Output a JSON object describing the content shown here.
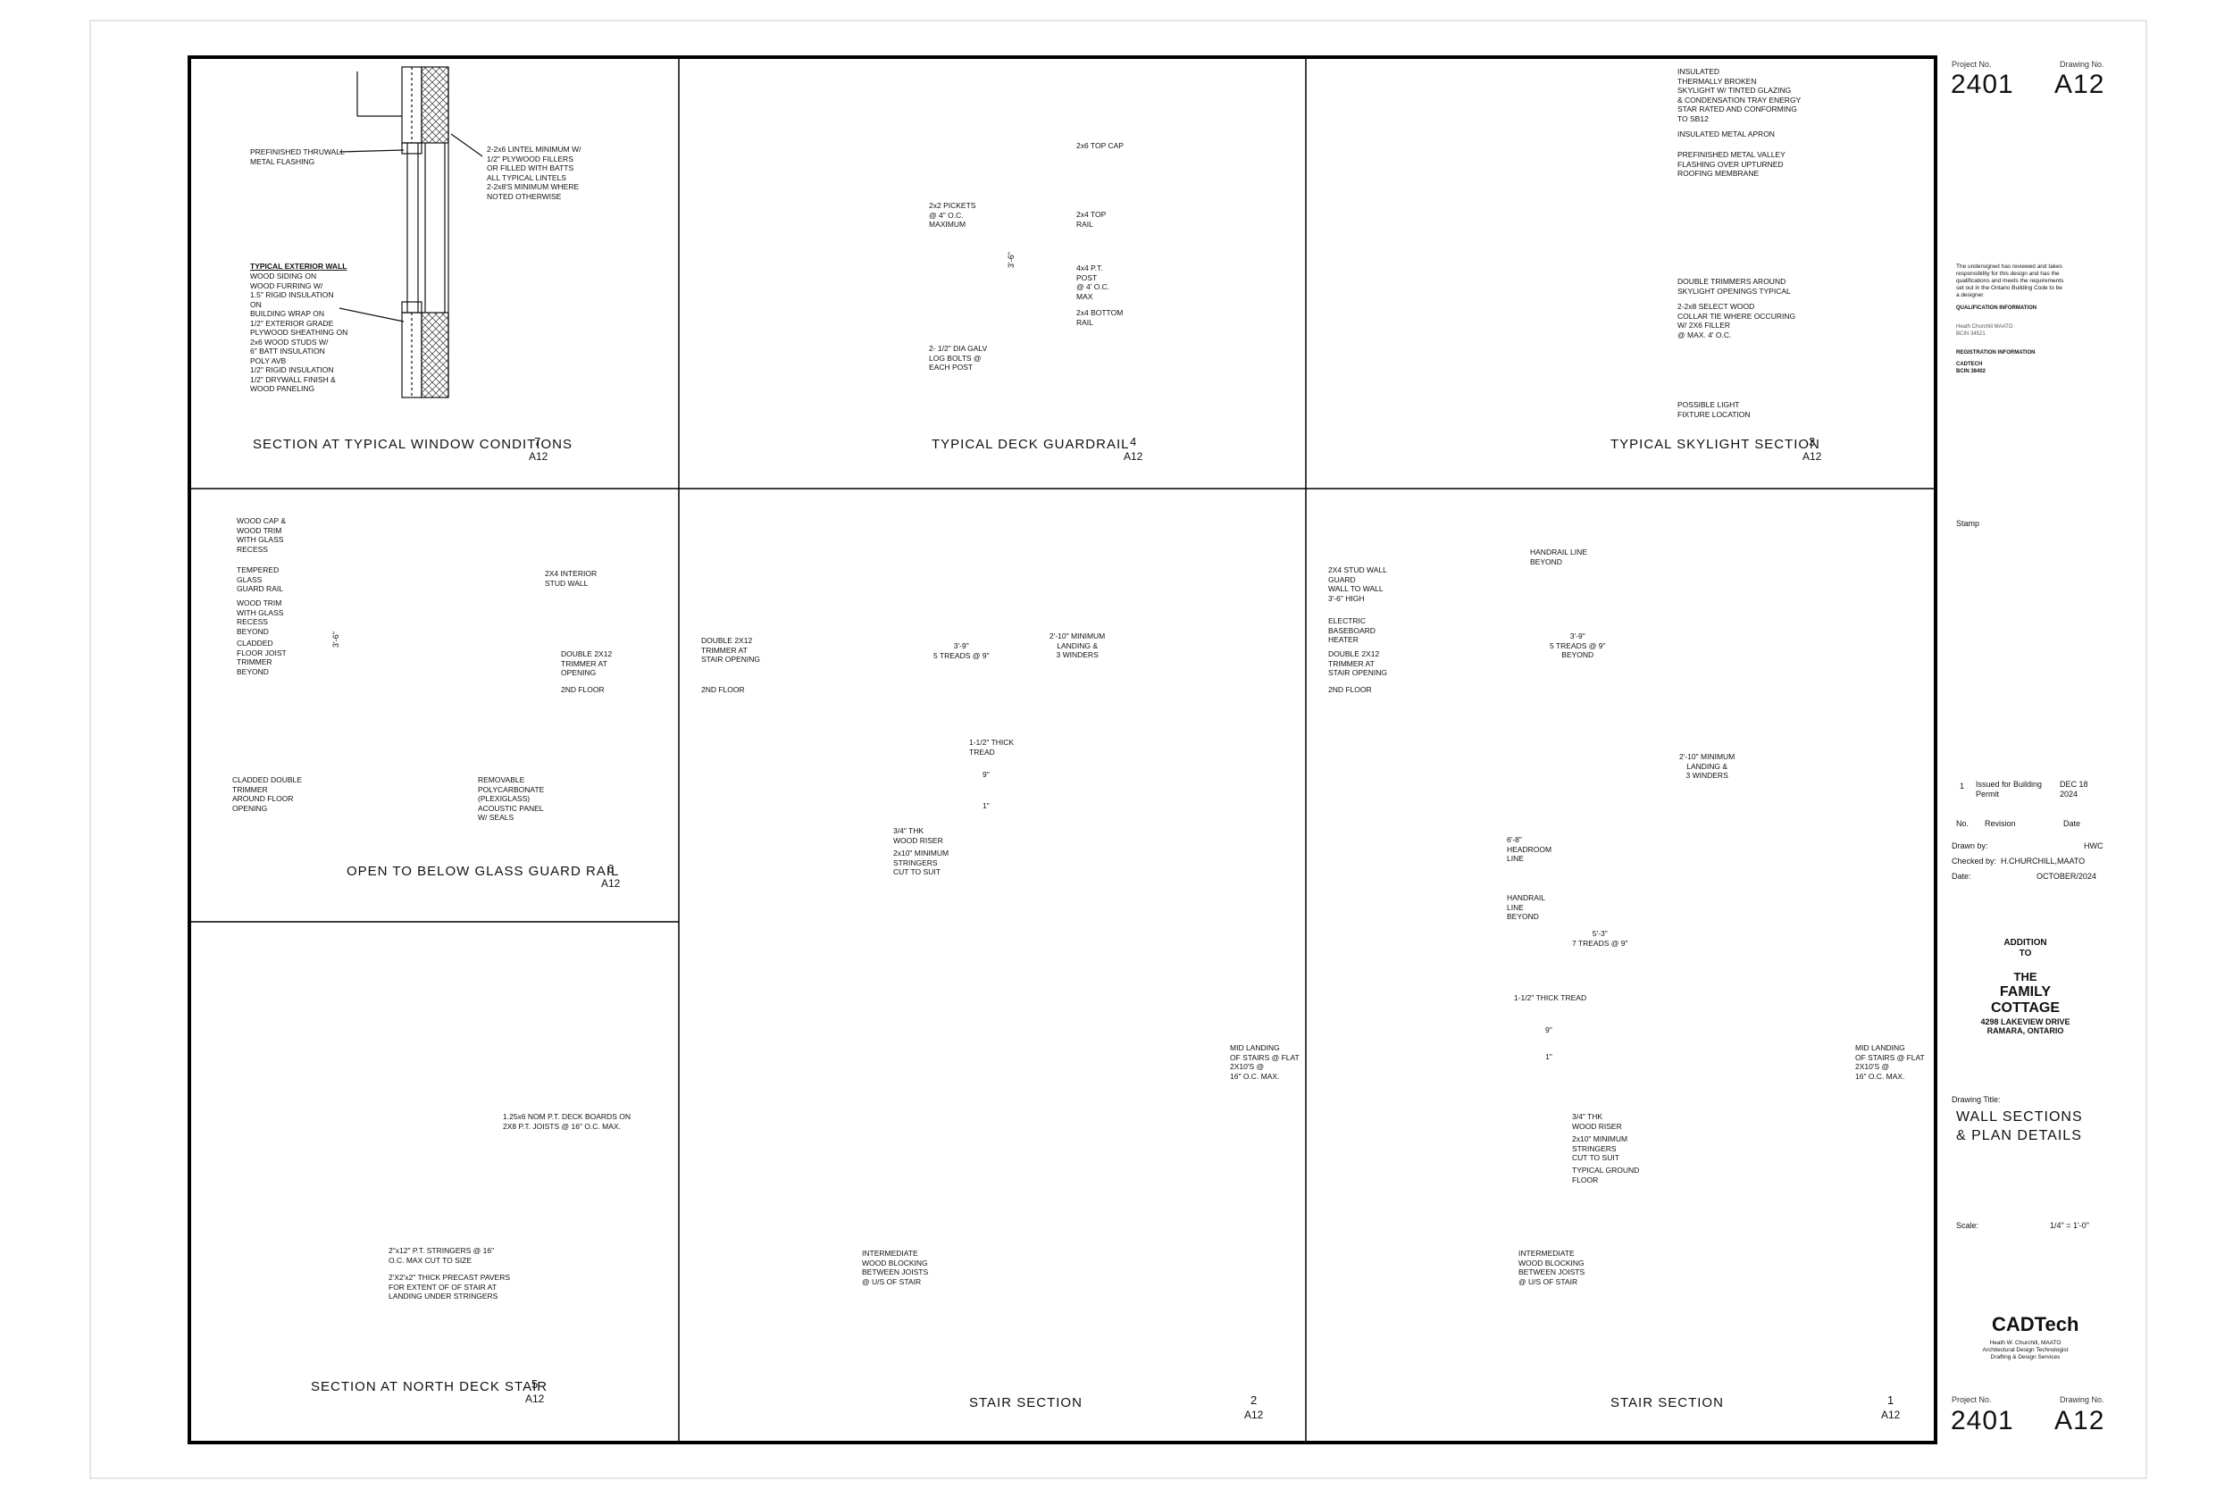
{
  "sheet": {
    "project_no_label": "Project No.",
    "drawing_no_label": "Drawing No.",
    "project_no": "2401",
    "drawing_no": "A12",
    "issue": {
      "num": "1",
      "desc": "Issued for Building Permit",
      "date": "DEC 18 2024"
    },
    "revision_headers": {
      "no": "No.",
      "revision": "Revision",
      "date": "Date"
    },
    "drawn_by_label": "Drawn by:",
    "drawn_by": "HWC",
    "checked_by_label": "Checked by:",
    "checked_by": "H.CHURCHILL,MAATO",
    "date_label": "Date:",
    "date": "OCTOBER/2024",
    "project_title": {
      "l1": "ADDITION",
      "l2": "TO",
      "l3": "THE",
      "l4": "FAMILY",
      "l5": "COTTAGE",
      "l6": "4298 LAKEVIEW DRIVE",
      "l7": "RAMARA, ONTARIO"
    },
    "drawing_title_label": "Drawing Title:",
    "drawing_title_l1": "WALL SECTIONS",
    "drawing_title_l2": "& PLAN DETAILS",
    "scale_label": "Scale:",
    "scale": "1/4\" = 1'-0\"",
    "stamp_label": "Stamp",
    "declaration": "The undersigned has reviewed and takes\nresponsibility for this design and has the\nqualifications and meets the requirements\nset out in the Ontario Building Code to be\na designer.",
    "qualification_label": "QUALIFICATION INFORMATION",
    "qualification": "Heath Churchill MAATO\nBCIN 34521",
    "registration_label": "REGISTRATION INFORMATION",
    "registration": "CADTECH\nBCIN 38402",
    "firm": "CADTech",
    "firm_sub": "Heath W. Churchill, MAATO\nArchitectural Design Technologist\nDrafting & Design Services"
  },
  "details": [
    {
      "title": "SECTION AT TYPICAL WINDOW CONDITIONS",
      "num": "7",
      "sheet": "A12"
    },
    {
      "title": "TYPICAL DECK GUARDRAIL",
      "num": "4",
      "sheet": "A12"
    },
    {
      "title": "TYPICAL SKYLIGHT SECTION",
      "num": "3",
      "sheet": "A12"
    },
    {
      "title": "OPEN TO BELOW GLASS GUARD RAIL",
      "num": "6",
      "sheet": "A12"
    },
    {
      "title": "SECTION AT NORTH DECK STAIR",
      "num": "5",
      "sheet": "A12"
    },
    {
      "title": "STAIR SECTION",
      "num": "2",
      "sheet": "A12"
    },
    {
      "title": "STAIR SECTION",
      "num": "1",
      "sheet": "A12"
    }
  ],
  "notes": {
    "d7_flash": "PREFINISHED THRUWALL\nMETAL FLASHING",
    "d7_lintel": "2-2x6 LINTEL MINIMUM W/\n1/2\" PLYWOOD FILLERS\nOR FILLED WITH BATTS\nALL TYPICAL LINTELS\n2-2x8'S MINIMUM WHERE\nNOTED OTHERWISE",
    "d7_wall_head": "TYPICAL EXTERIOR WALL",
    "d7_wall": "WOOD SIDING ON\nWOOD FURRING W/\n1.5\" RIGID INSULATION\nON\nBUILDING WRAP ON\n1/2\" EXTERIOR GRADE\nPLYWOOD SHEATHING ON\n2x6 WOOD STUDS W/\n6\" BATT INSULATION\nPOLY AVB\n1/2\" RIGID INSULATION\n1/2\" DRYWALL FINISH &\nWOOD PANELING",
    "d4_cap": "2x6 TOP CAP",
    "d4_pickets": "2x2 PICKETS\n@ 4\" O.C.\nMAXIMUM",
    "d4_toprail": "2x4 TOP\nRAIL",
    "d4_post": "4x4 P.T.\nPOST\n@ 4' O.C.\nMAX",
    "d4_botrail": "2x4 BOTTOM\nRAIL",
    "d4_bolts": "2- 1/2\" DIA GALV\nLOG BOLTS @\nEACH POST",
    "d4_dim": "3'-6\"",
    "d3_sky": "INSULATED\nTHERMALLY BROKEN\nSKYLIGHT W/ TINTED GLAZING\n& CONDENSATION TRAY ENERGY\nSTAR RATED AND CONFORMING\nTO SB12",
    "d3_apron": "INSULATED METAL APRON",
    "d3_valley": "PREFINISHED METAL VALLEY\nFLASHING OVER UPTURNED\nROOFING MEMBRANE",
    "d3_trim": "DOUBLE TRIMMERS AROUND\nSKYLIGHT OPENINGS TYPICAL",
    "d3_collar": "2-2x8 SELECT WOOD\nCOLLAR TIE WHERE OCCURING\nW/ 2X6 FILLER\n@ MAX. 4' O.C.",
    "d3_light": "POSSIBLE LIGHT\nFIXTURE LOCATION",
    "d6_cap": "WOOD CAP &\nWOOD TRIM\nWITH GLASS\nRECESS",
    "d6_glass": "TEMPERED\nGLASS\nGUARD RAIL",
    "d6_trim": "WOOD TRIM\nWITH GLASS\nRECESS\nBEYOND",
    "d6_joist": "CLADDED\nFLOOR JOIST\nTRIMMER\nBEYOND",
    "d6_stud": "2X4 INTERIOR\nSTUD WALL",
    "d6_dbl": "DOUBLE 2X12\nTRIMMER AT\nOPENING",
    "d6_floor": "2ND FLOOR",
    "d6_clad": "CLADDED DOUBLE\nTRIMMER\nAROUND FLOOR\nOPENING",
    "d6_panel": "REMOVABLE\nPOLYCARBONATE\n(PLEXIGLASS)\nACOUSTIC PANEL\nW/ SEALS",
    "d6_dim": "3'-6\"",
    "d5_deck": "1.25x6 NOM P.T. DECK BOARDS ON\n2X8 P.T. JOISTS @ 16\" O.C. MAX.",
    "d5_str": "2\"x12\" P.T. STRINGERS @ 16\"\nO.C. MAX CUT TO SIZE",
    "d5_pav": "2'X2'x2\" THICK PRECAST PAVERS\nFOR EXTENT OF OF STAIR AT\nLANDING UNDER STRINGERS",
    "d2_dbl": "DOUBLE 2X12\nTRIMMER AT\nSTAIR OPENING",
    "d2_floor": "2ND FLOOR",
    "d2_treads": "3'-9\"\n5 TREADS @ 9\"",
    "d2_landing": "2'-10\" MINIMUM\nLANDING &\n3 WINDERS",
    "d2_tread": "1-1/2\" THICK\nTREAD",
    "d2_riser": "3/4\" THK\nWOOD RISER",
    "d2_stringer": "2x10\" MINIMUM\nSTRINGERS\nCUT TO SUIT",
    "d2_mid": "MID LANDING\nOF STAIRS @ FLAT\n2X10'S @\n16\" O.C. MAX.",
    "d2_block": "INTERMEDIATE\nWOOD BLOCKING\nBETWEEN JOISTS\n@ U/S OF STAIR",
    "d2_9": "9\"",
    "d2_1": "1\"",
    "d1_guard": "2X4 STUD WALL\nGUARD\nWALL TO WALL\n3'-6\" HIGH",
    "d1_heater": "ELECTRIC\nBASEBOARD\nHEATER",
    "d1_dbl": "DOUBLE 2X12\nTRIMMER AT\nSTAIR OPENING",
    "d1_floor": "2ND FLOOR",
    "d1_handrail": "HANDRAIL LINE\nBEYOND",
    "d1_treads": "3'-9\"\n5 TREADS @ 9\"\nBEYOND",
    "d1_landing": "2'-10\" MINIMUM\nLANDING &\n3 WINDERS",
    "d1_head": "6'-8\"\nHEADROOM\nLINE",
    "d1_handrail2": "HANDRAIL\nLINE\nBEYOND",
    "d1_treads2": "5'-3\"\n7 TREADS @ 9\"",
    "d1_tread": "1-1/2\" THICK TREAD",
    "d1_riser": "3/4\" THK\nWOOD RISER",
    "d1_stringer": "2x10\" MINIMUM\nSTRINGERS\nCUT TO SUIT",
    "d1_ground": "TYPICAL GROUND\nFLOOR",
    "d1_mid": "MID LANDING\nOF STAIRS @ FLAT\n2X10'S @\n16\" O.C. MAX.",
    "d1_block": "INTERMEDIATE\nWOOD BLOCKING\nBETWEEN JOISTS\n@ U/S OF STAIR",
    "d1_9": "9\"",
    "d1_1": "1\""
  }
}
